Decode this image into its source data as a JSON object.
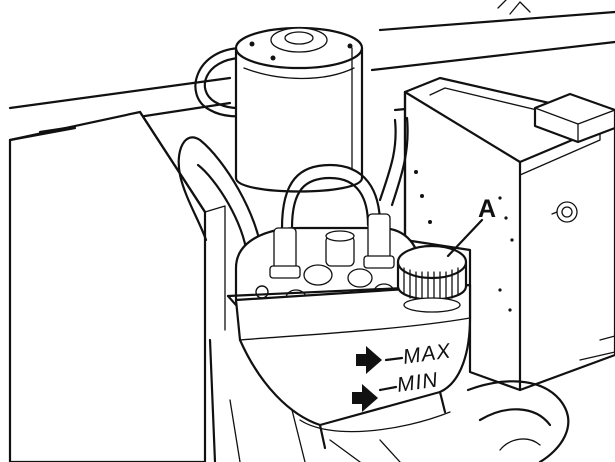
{
  "labels": {
    "callout": "A",
    "max": "MAX",
    "min": "MIN"
  },
  "colors": {
    "line": "#111111",
    "background": "#ffffff"
  }
}
